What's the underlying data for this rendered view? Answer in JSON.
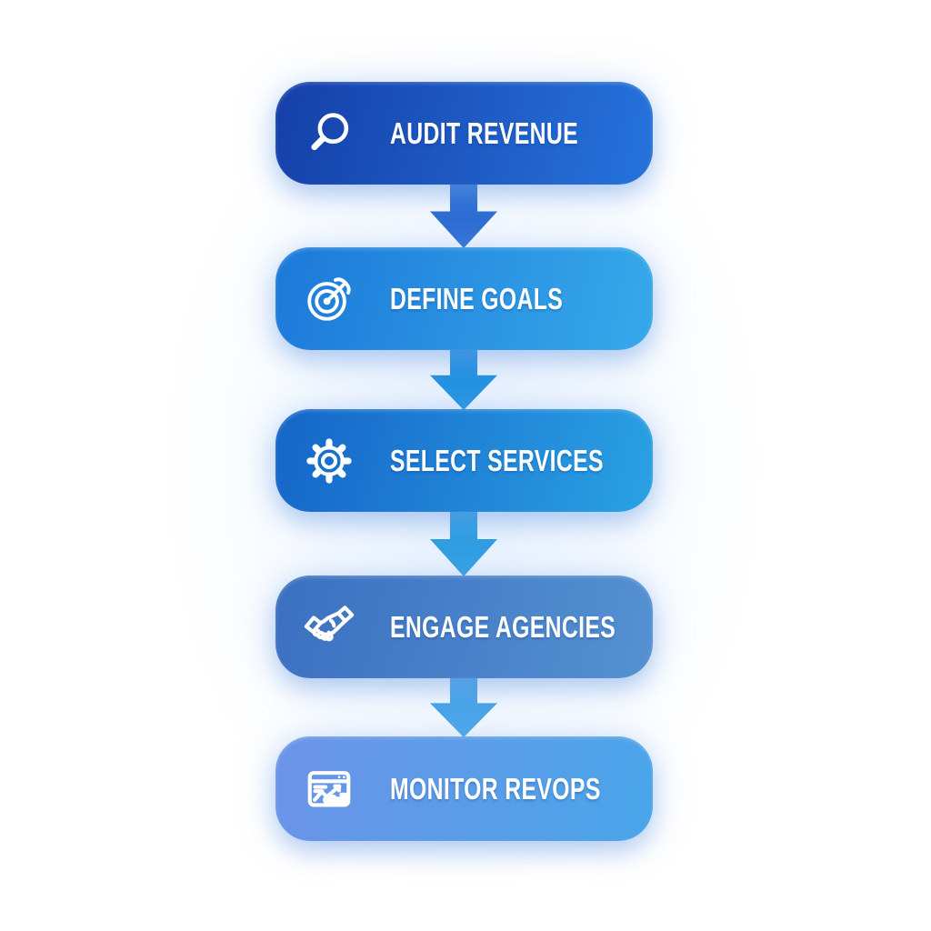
{
  "canvas": {
    "background": "#ffffff"
  },
  "flow": {
    "direction": "vertical",
    "text_color": "#ffffff",
    "steps": [
      {
        "label": "AUDIT REVENUE",
        "icon": "magnifying-glass-icon",
        "gradient": {
          "from": "#153fa8",
          "to": "#2673dc"
        }
      },
      {
        "label": "DEFINE GOALS",
        "icon": "target-icon",
        "gradient": {
          "from": "#1c79d9",
          "to": "#36a9ea"
        }
      },
      {
        "label": "SELECT SERVICES",
        "icon": "gear-icon",
        "gradient": {
          "from": "#1565c8",
          "to": "#2aa1e4"
        }
      },
      {
        "label": "ENGAGE AGENCIES",
        "icon": "handshake-icon",
        "gradient": {
          "from": "#3b70c0",
          "to": "#5591d2"
        }
      },
      {
        "label": "MONITOR REVOPS",
        "icon": "dashboard-icon",
        "gradient": {
          "from": "#6c93e8",
          "to": "#49a5e9"
        }
      }
    ],
    "arrows": [
      {
        "color": "#2b6cd3"
      },
      {
        "color": "#2191e1"
      },
      {
        "color": "#2e9ee2"
      },
      {
        "color": "#49a4e8"
      }
    ]
  }
}
